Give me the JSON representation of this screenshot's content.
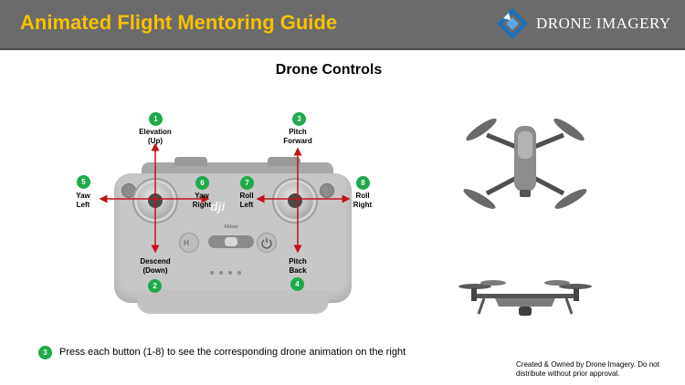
{
  "header": {
    "title": "Animated Flight Mentoring Guide",
    "brand": "DRONE IMAGERY"
  },
  "section_title": "Drone Controls",
  "controller": {
    "logo_text": "dji",
    "mini_label_1": "RMxxx",
    "mini_label_2": "..."
  },
  "controls": [
    {
      "number": "1",
      "label": "Elevation\n(Up)"
    },
    {
      "number": "2",
      "label": "Descend\n(Down)"
    },
    {
      "number": "3",
      "label": "Pitch\nForward"
    },
    {
      "number": "4",
      "label": "Pitch\nBack"
    },
    {
      "number": "5",
      "label": "Yaw\nLeft"
    },
    {
      "number": "6",
      "label": "Yaw\nRight"
    },
    {
      "number": "7",
      "label": "Roll\nLeft"
    },
    {
      "number": "8",
      "label": "Roll\nRight"
    }
  ],
  "instruction": {
    "number": "3",
    "text": "Press each button (1-8) to see the corresponding drone animation on the right"
  },
  "copyright": "Created & Owned by Drone Imagery. Do not distribute without prior approval.",
  "colors": {
    "header_bg": "#6b6b6b",
    "title": "#f6c100",
    "badge": "#1eaa4a",
    "arrow": "#c0141c"
  }
}
